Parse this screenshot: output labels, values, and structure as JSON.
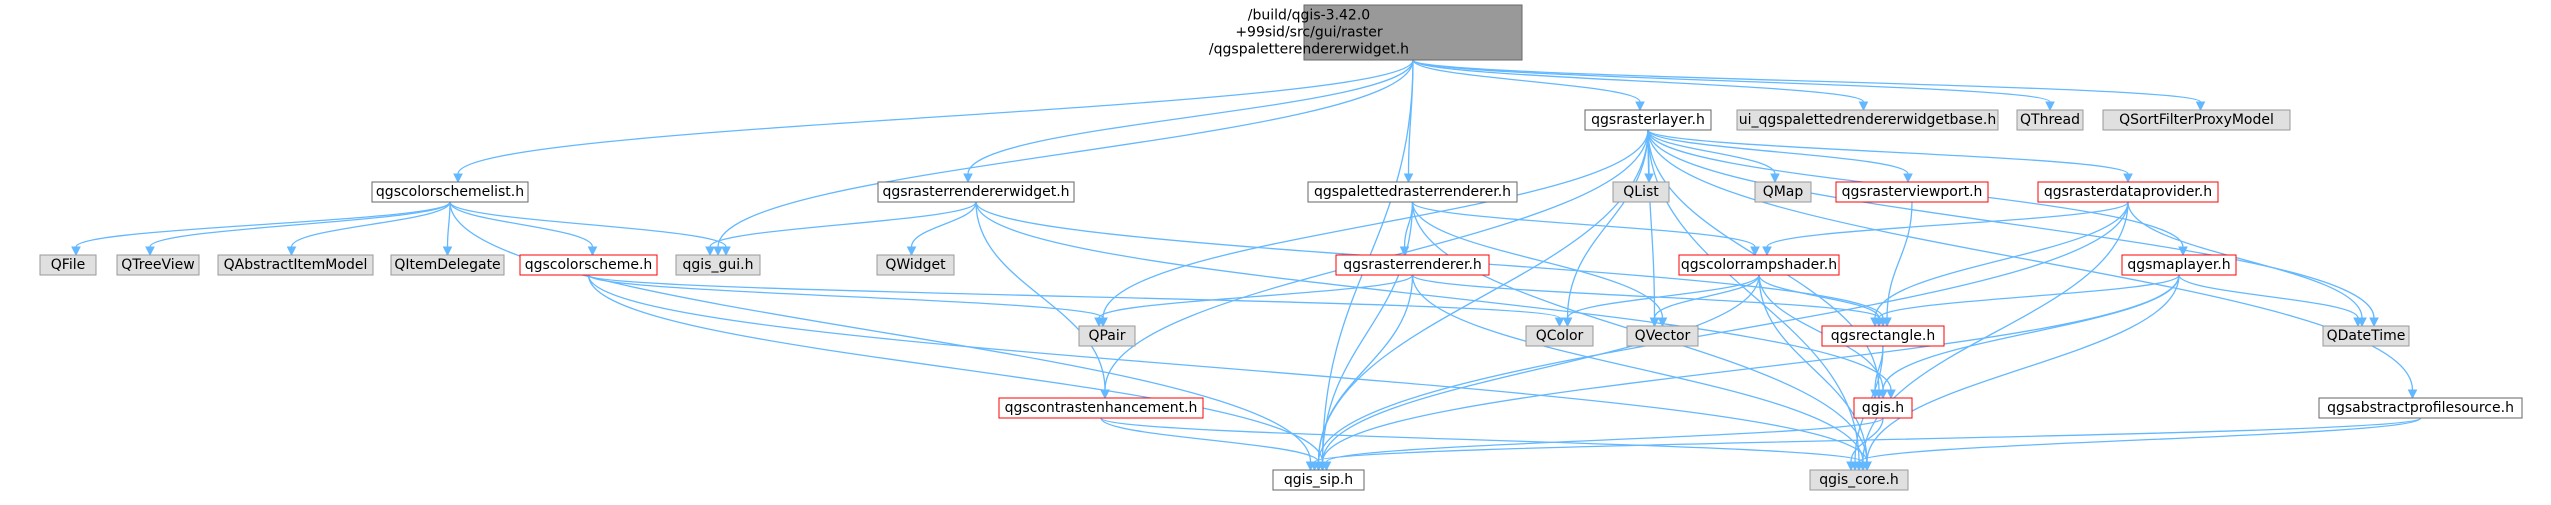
{
  "colors": {
    "edge": "#63b8ff",
    "root_fill": "#999999",
    "external_fill": "#e0e0e0",
    "external_border": "#999999",
    "header_fill": "#ffffff",
    "header_border": "#666666",
    "incomplete_border": "#ff0000",
    "text": "#000000"
  },
  "nodes": [
    {
      "id": "root",
      "kind": "root",
      "lines": [
        "/build/qgis-3.42.0",
        "+99sid/src/gui/raster",
        "/qgspaletterendererwidget.h"
      ]
    },
    {
      "id": "qgsrasterlayer",
      "kind": "header",
      "lines": [
        "qgsrasterlayer.h"
      ]
    },
    {
      "id": "ui_widgetbase",
      "kind": "external",
      "lines": [
        "ui_qgspalettedrendererwidgetbase.h"
      ]
    },
    {
      "id": "qthread",
      "kind": "external",
      "lines": [
        "QThread"
      ]
    },
    {
      "id": "qsortfilterproxymodel",
      "kind": "external",
      "lines": [
        "QSortFilterProxyModel"
      ]
    },
    {
      "id": "qgscolorschemelist",
      "kind": "header",
      "lines": [
        "qgscolorschemelist.h"
      ]
    },
    {
      "id": "qgsrasterrendererwidget",
      "kind": "header",
      "lines": [
        "qgsrasterrendererwidget.h"
      ]
    },
    {
      "id": "qgspalettedrasterrenderer",
      "kind": "header",
      "lines": [
        "qgspalettedrasterrenderer.h"
      ]
    },
    {
      "id": "qlist",
      "kind": "external",
      "lines": [
        "QList"
      ]
    },
    {
      "id": "qmap",
      "kind": "external",
      "lines": [
        "QMap"
      ]
    },
    {
      "id": "qgsrasterviewport",
      "kind": "incomplete",
      "lines": [
        "qgsrasterviewport.h"
      ]
    },
    {
      "id": "qgsrasterdataprovider",
      "kind": "incomplete",
      "lines": [
        "qgsrasterdataprovider.h"
      ]
    },
    {
      "id": "qfile",
      "kind": "external",
      "lines": [
        "QFile"
      ]
    },
    {
      "id": "qtreeview",
      "kind": "external",
      "lines": [
        "QTreeView"
      ]
    },
    {
      "id": "qabstractitemmodel",
      "kind": "external",
      "lines": [
        "QAbstractItemModel"
      ]
    },
    {
      "id": "qitemdelegate",
      "kind": "external",
      "lines": [
        "QItemDelegate"
      ]
    },
    {
      "id": "qgscolorscheme",
      "kind": "incomplete",
      "lines": [
        "qgscolorscheme.h"
      ]
    },
    {
      "id": "qgis_gui",
      "kind": "external",
      "lines": [
        "qgis_gui.h"
      ]
    },
    {
      "id": "qwidget",
      "kind": "external",
      "lines": [
        "QWidget"
      ]
    },
    {
      "id": "qgscolorrampshader",
      "kind": "incomplete",
      "lines": [
        "qgscolorrampshader.h"
      ]
    },
    {
      "id": "qgsmaplayer",
      "kind": "incomplete",
      "lines": [
        "qgsmaplayer.h"
      ]
    },
    {
      "id": "qgsrasterrenderer",
      "kind": "incomplete",
      "lines": [
        "qgsrasterrenderer.h"
      ]
    },
    {
      "id": "qpair",
      "kind": "external",
      "lines": [
        "QPair"
      ]
    },
    {
      "id": "qcolor",
      "kind": "external",
      "lines": [
        "QColor"
      ]
    },
    {
      "id": "qvector",
      "kind": "external",
      "lines": [
        "QVector"
      ]
    },
    {
      "id": "qgsrectangle",
      "kind": "incomplete",
      "lines": [
        "qgsrectangle.h"
      ]
    },
    {
      "id": "qdatetime",
      "kind": "external",
      "lines": [
        "QDateTime"
      ]
    },
    {
      "id": "qgscontrastenhancement",
      "kind": "incomplete",
      "lines": [
        "qgscontrastenhancement.h"
      ]
    },
    {
      "id": "qgis",
      "kind": "incomplete",
      "lines": [
        "qgis.h"
      ]
    },
    {
      "id": "qgsabstractprofilesource",
      "kind": "header",
      "lines": [
        "qgsabstractprofilesource.h"
      ]
    },
    {
      "id": "qgis_sip",
      "kind": "header",
      "lines": [
        "qgis_sip.h"
      ]
    },
    {
      "id": "qgis_core",
      "kind": "external",
      "lines": [
        "qgis_core.h"
      ]
    }
  ],
  "edges": [
    [
      "root",
      "qgsrasterlayer"
    ],
    [
      "root",
      "ui_widgetbase"
    ],
    [
      "root",
      "qthread"
    ],
    [
      "root",
      "qsortfilterproxymodel"
    ],
    [
      "root",
      "qgscolorschemelist"
    ],
    [
      "root",
      "qgsrasterrendererwidget"
    ],
    [
      "root",
      "qgspalettedrasterrenderer"
    ],
    [
      "root",
      "qgis_gui"
    ],
    [
      "root",
      "qgis_sip"
    ],
    [
      "qgscolorschemelist",
      "qfile"
    ],
    [
      "qgscolorschemelist",
      "qtreeview"
    ],
    [
      "qgscolorschemelist",
      "qabstractitemmodel"
    ],
    [
      "qgscolorschemelist",
      "qitemdelegate"
    ],
    [
      "qgscolorschemelist",
      "qgscolorscheme"
    ],
    [
      "qgscolorschemelist",
      "qgis_gui"
    ],
    [
      "qgscolorschemelist",
      "qgis_sip"
    ],
    [
      "qgscolorscheme",
      "qpair"
    ],
    [
      "qgscolorscheme",
      "qcolor"
    ],
    [
      "qgscolorscheme",
      "qgis_sip"
    ],
    [
      "qgscolorscheme",
      "qgis_core"
    ],
    [
      "qgsrasterrendererwidget",
      "qgis_gui"
    ],
    [
      "qgsrasterrendererwidget",
      "qwidget"
    ],
    [
      "qgsrasterrendererwidget",
      "qgsrectangle"
    ],
    [
      "qgsrasterrendererwidget",
      "qgscontrastenhancement"
    ],
    [
      "qgsrasterrendererwidget",
      "qgis"
    ],
    [
      "qgspalettedrasterrenderer",
      "qgsrasterrenderer"
    ],
    [
      "qgspalettedrasterrenderer",
      "qgscolorrampshader"
    ],
    [
      "qgspalettedrasterrenderer",
      "qvector"
    ],
    [
      "qgspalettedrasterrenderer",
      "qgis_sip"
    ],
    [
      "qgspalettedrasterrenderer",
      "qgis_core"
    ],
    [
      "qgsrasterrenderer",
      "qpair"
    ],
    [
      "qgsrasterrenderer",
      "qgsrectangle"
    ],
    [
      "qgsrasterrenderer",
      "qgis_sip"
    ],
    [
      "qgsrasterrenderer",
      "qgis_core"
    ],
    [
      "qgsrasterlayer",
      "qlist"
    ],
    [
      "qgsrasterlayer",
      "qmap"
    ],
    [
      "qgsrasterlayer",
      "qgsrasterviewport"
    ],
    [
      "qgsrasterlayer",
      "qgsrasterdataprovider"
    ],
    [
      "qgsrasterlayer",
      "qgsmaplayer"
    ],
    [
      "qgsrasterlayer",
      "qdatetime"
    ],
    [
      "qgsrasterlayer",
      "qgsabstractprofilesource"
    ],
    [
      "qgsrasterlayer",
      "qpair"
    ],
    [
      "qgsrasterlayer",
      "qgis_sip"
    ],
    [
      "qgsrasterlayer",
      "qgscontrastenhancement"
    ],
    [
      "qgsrasterlayer",
      "qcolor"
    ],
    [
      "qgsrasterlayer",
      "qvector"
    ],
    [
      "qgsrasterlayer",
      "qgis"
    ],
    [
      "qgsrasterlayer",
      "qgis_core"
    ],
    [
      "qgsrasterviewport",
      "qgsrectangle"
    ],
    [
      "qgsrasterdataprovider",
      "qgscolorrampshader"
    ],
    [
      "qgsrasterdataprovider",
      "qgsrectangle"
    ],
    [
      "qgsrasterdataprovider",
      "qdatetime"
    ],
    [
      "qgsrasterdataprovider",
      "qgis_sip"
    ],
    [
      "qgsrasterdataprovider",
      "qgis_core"
    ],
    [
      "qgscolorrampshader",
      "qcolor"
    ],
    [
      "qgscolorrampshader",
      "qvector"
    ],
    [
      "qgscolorrampshader",
      "qgsrectangle"
    ],
    [
      "qgscolorrampshader",
      "qgis"
    ],
    [
      "qgscolorrampshader",
      "qgis_sip"
    ],
    [
      "qgscolorrampshader",
      "qgis_core"
    ],
    [
      "qgsmaplayer",
      "qdatetime"
    ],
    [
      "qgsmaplayer",
      "qgsrectangle"
    ],
    [
      "qgsmaplayer",
      "qgis"
    ],
    [
      "qgsmaplayer",
      "qgis_sip"
    ],
    [
      "qgsmaplayer",
      "qgis_core"
    ],
    [
      "qgsrectangle",
      "qgis"
    ],
    [
      "qgsrectangle",
      "qgis_core"
    ],
    [
      "qgscontrastenhancement",
      "qgis_sip"
    ],
    [
      "qgscontrastenhancement",
      "qgis_core"
    ],
    [
      "qgis",
      "qgis_sip"
    ],
    [
      "qgis",
      "qgis_core"
    ],
    [
      "qgsabstractprofilesource",
      "qgis_sip"
    ],
    [
      "qgsabstractprofilesource",
      "qgis_core"
    ]
  ]
}
